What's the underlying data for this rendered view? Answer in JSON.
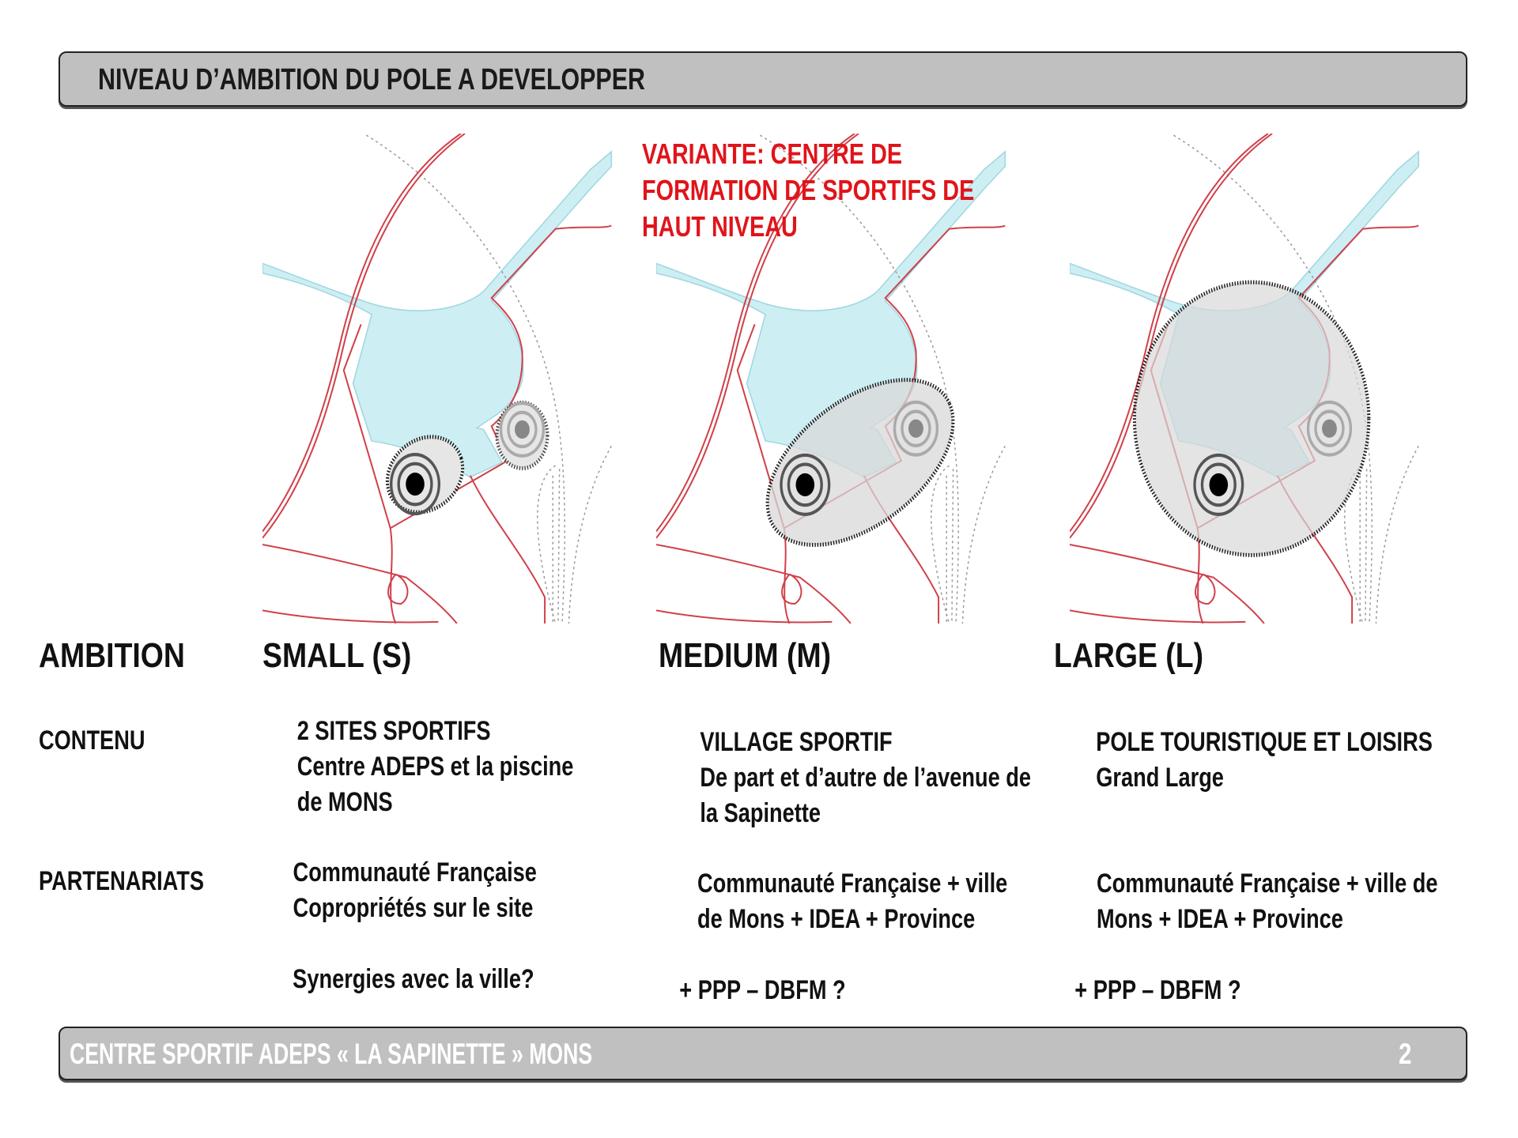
{
  "header": {
    "title": "NIVEAU  D’AMBITION DU POLE A DEVELOPPER"
  },
  "variant_note": [
    "VARIANTE: CENTRE DE",
    "FORMATION DE SPORTIFS DE",
    "HAUT NIVEAU"
  ],
  "colors": {
    "water": "#cdeef3",
    "road": "#d0404a",
    "zone": "#e6e6e6",
    "variant_text": "#e0141a",
    "bar": "#c0c0c0"
  },
  "rows": {
    "ambition": "AMBITION",
    "contenu": "CONTENU",
    "partenariats": "PARTENARIATS"
  },
  "columns": [
    {
      "heading": "SMALL (S)",
      "contenu": [
        "2 SITES SPORTIFS",
        "Centre ADEPS et la piscine",
        "de MONS"
      ],
      "partenariats": [
        "Communauté Française",
        "Copropriétés sur le site"
      ],
      "extra": "Synergies avec la ville?"
    },
    {
      "heading": "MEDIUM (M)",
      "contenu": [
        "VILLAGE SPORTIF",
        "De part et d’autre de l’avenue de",
        "la Sapinette"
      ],
      "partenariats": [
        "Communauté Française + ville",
        "de Mons + IDEA + Province"
      ],
      "extra": "+ PPP – DBFM ?"
    },
    {
      "heading": "LARGE (L)",
      "contenu": [
        "POLE TOURISTIQUE ET LOISIRS",
        "Grand Large"
      ],
      "partenariats": [
        "Communauté Française + ville de",
        "Mons + IDEA + Province"
      ],
      "extra": "+ PPP – DBFM ?"
    }
  ],
  "footer": {
    "title": "CENTRE SPORTIF ADEPS « LA SAPINETTE » MONS",
    "page": "2"
  }
}
